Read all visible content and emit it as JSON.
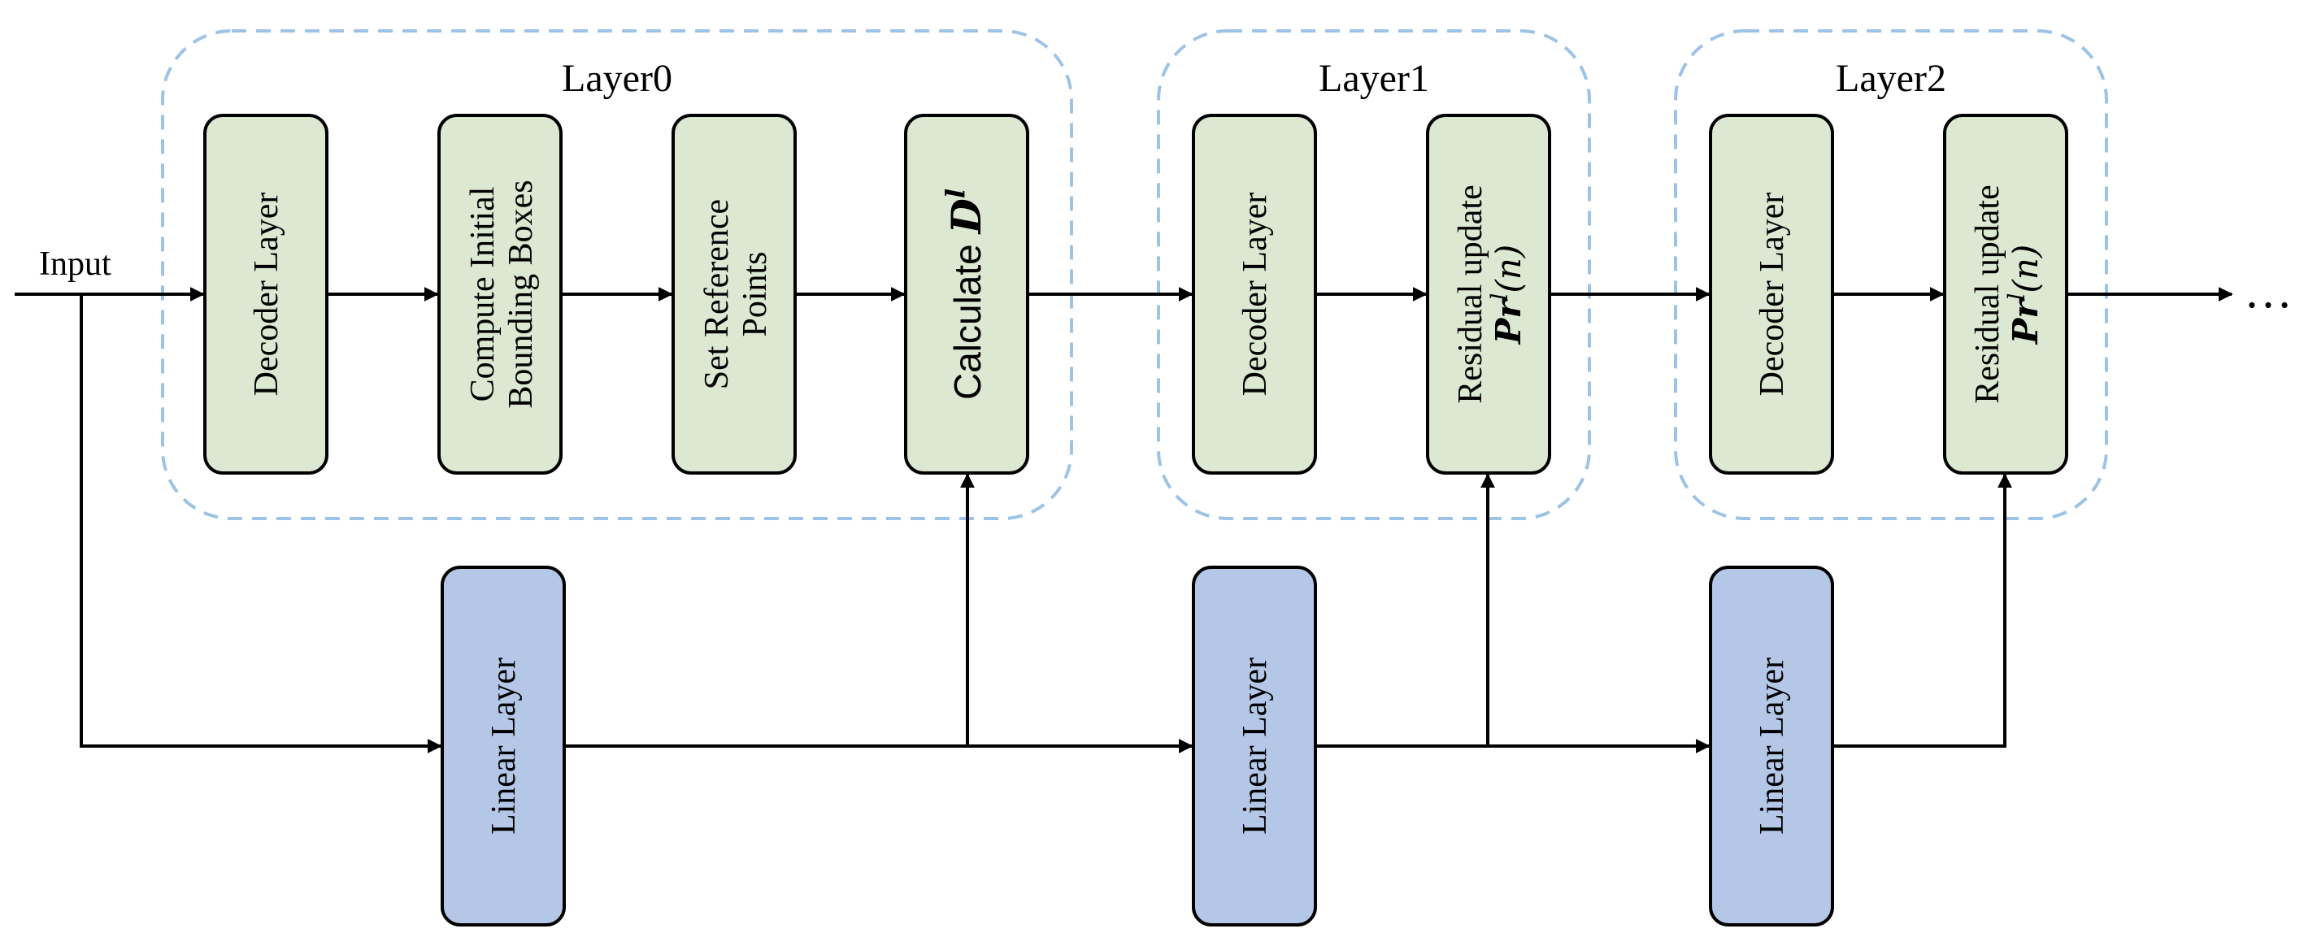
{
  "input_label": "Input",
  "groups": [
    {
      "title": "Layer0"
    },
    {
      "title": "Layer1"
    },
    {
      "title": "Layer2"
    }
  ],
  "layer0": {
    "decoder": "Decoder Layer",
    "compute_line1": "Compute Initial",
    "compute_line2": "Bounding Boxes",
    "setref_line1": "Set Reference",
    "setref_line2": "Points",
    "calc_word": "Calculate ",
    "calc_symbol": "D",
    "calc_sup": "l"
  },
  "layer1": {
    "decoder": "Decoder Layer",
    "residual_line1": "Residual update",
    "pr_symbol": "Pr",
    "pr_sup": "l",
    "pr_arg": "(n)"
  },
  "layer2": {
    "decoder": "Decoder Layer",
    "residual_line1": "Residual update",
    "pr_symbol": "Pr",
    "pr_sup": "l",
    "pr_arg": "(n)"
  },
  "linear": [
    {
      "label": "Linear Layer"
    },
    {
      "label": "Linear Layer"
    },
    {
      "label": "Linear Layer"
    }
  ],
  "continuation": "…",
  "colors": {
    "decoder_fill": "#dde8d2",
    "linear_fill": "#b4c7e7",
    "group_border": "#9dc3e6"
  }
}
